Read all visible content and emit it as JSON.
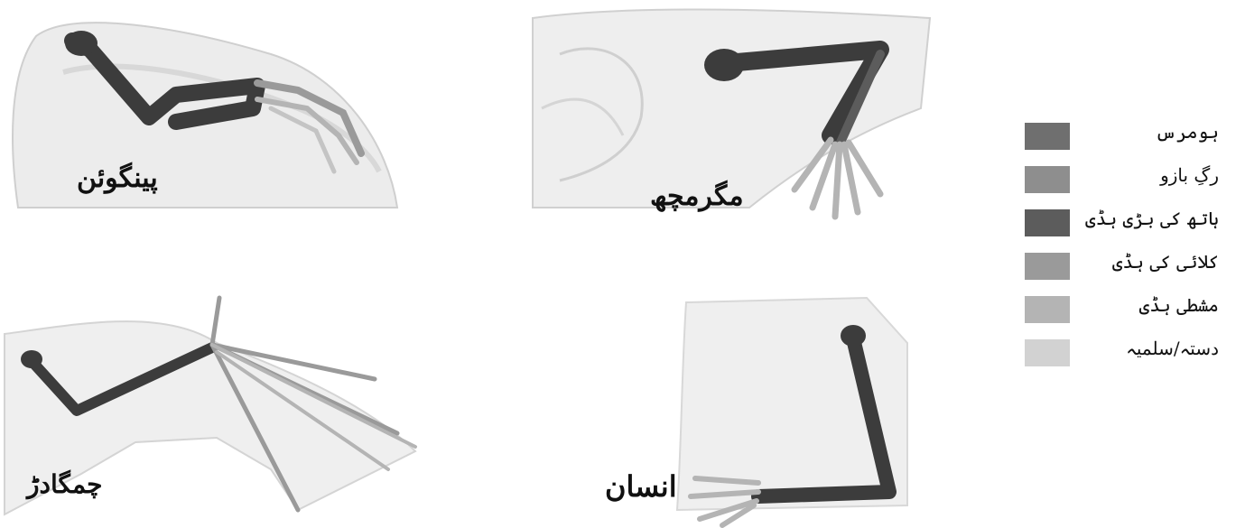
{
  "figures": {
    "penguin": {
      "label": "پینگوئن"
    },
    "crocodile": {
      "label": "مگرمچھ"
    },
    "bat": {
      "label": "چمگادڑ"
    },
    "human": {
      "label": "انسان"
    }
  },
  "legend": {
    "items": [
      {
        "label": "ہومرس",
        "color": "#6f6f6f"
      },
      {
        "label": "رگِ بازو",
        "color": "#8e8e8e"
      },
      {
        "label": "ہاتھ کی بڑی ہڈی",
        "color": "#5c5c5c"
      },
      {
        "label": "کلائی کی ہڈی",
        "color": "#9a9a9a"
      },
      {
        "label": "مشطی ہڈی",
        "color": "#b4b4b4"
      },
      {
        "label": "دستہ/سلمیہ",
        "color": "#d2d2d2"
      }
    ]
  }
}
